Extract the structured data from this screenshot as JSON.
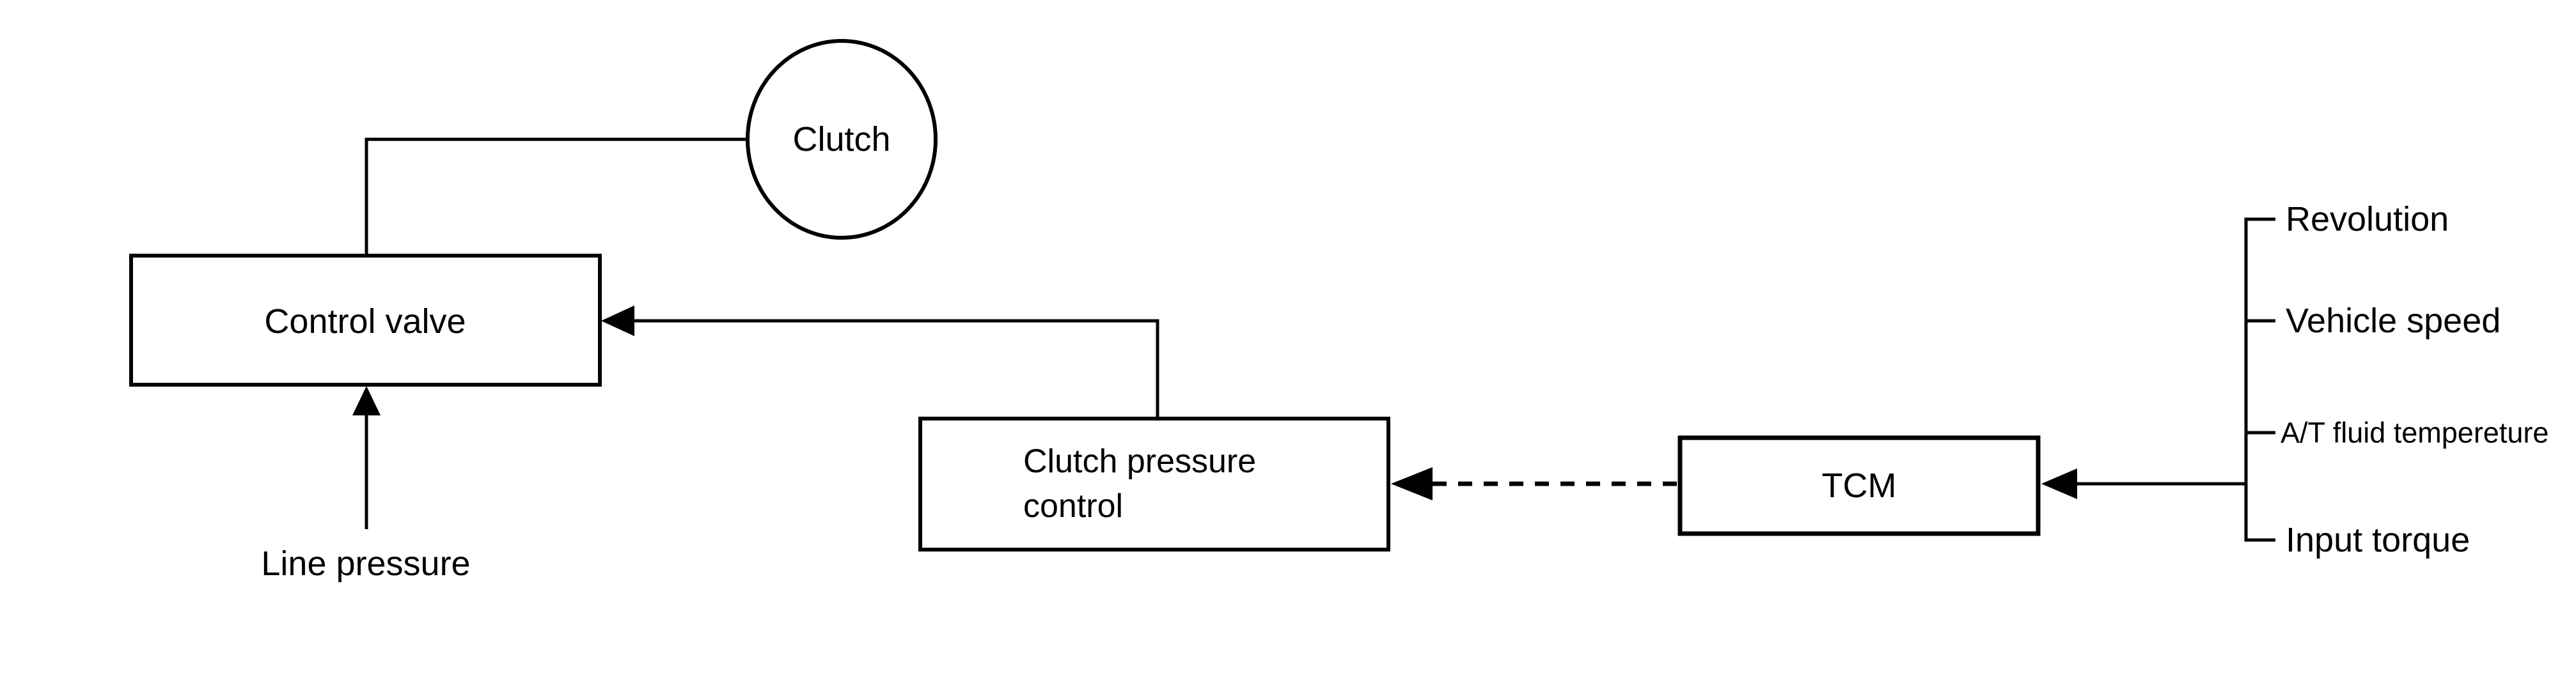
{
  "diagram": {
    "clutch": {
      "label": "Clutch"
    },
    "control_valve": {
      "label": "Control valve"
    },
    "line_pressure": {
      "label": "Line pressure"
    },
    "clutch_pressure_control": {
      "line1": "Clutch pressure",
      "line2": "control"
    },
    "tcm": {
      "label": "TCM"
    },
    "sensor_inputs": [
      {
        "label": "Revolution"
      },
      {
        "label": "Vehicle speed"
      },
      {
        "label": "A/T fluid tempereture"
      },
      {
        "label": "Input torque"
      }
    ],
    "colors": {
      "line": "#000000",
      "background": "#ffffff"
    }
  }
}
